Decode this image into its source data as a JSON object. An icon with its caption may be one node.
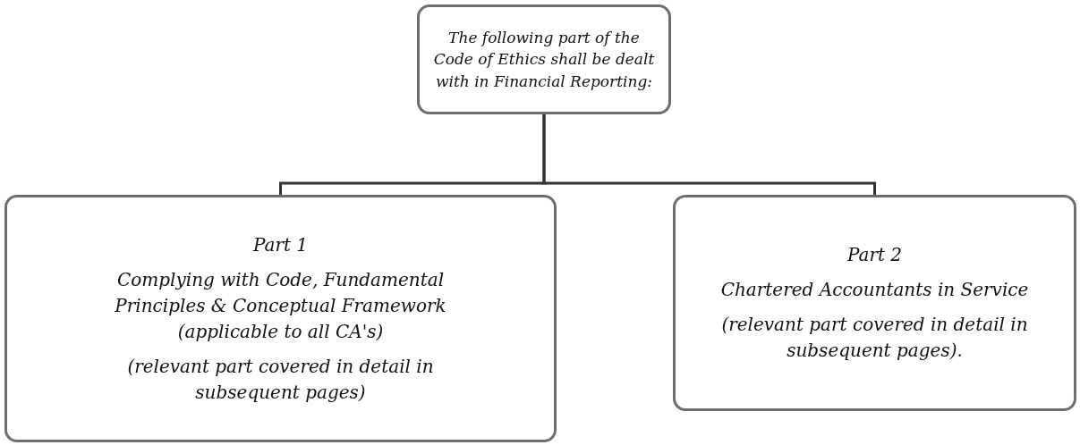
{
  "diagram": {
    "nodes": [
      {
        "text": [
          "The following part of the Code of Ethics shall be dealt with in Financial Reporting:"
        ]
      },
      {
        "text": [
          "Part 1",
          "Complying with Code, Fundamental Principles & Conceptual Framework (applicable to all CA's)",
          "(relevant part covered in detail in subsequent pages)"
        ]
      },
      {
        "text": [
          "Part 2",
          "Chartered Accountants in Service",
          "(relevant part covered in detail in subsequent pages)."
        ]
      }
    ],
    "edges": [
      {
        "from": 0,
        "to": 1,
        "arrow": "none"
      },
      {
        "from": 0,
        "to": 2,
        "arrow": "none"
      }
    ]
  }
}
